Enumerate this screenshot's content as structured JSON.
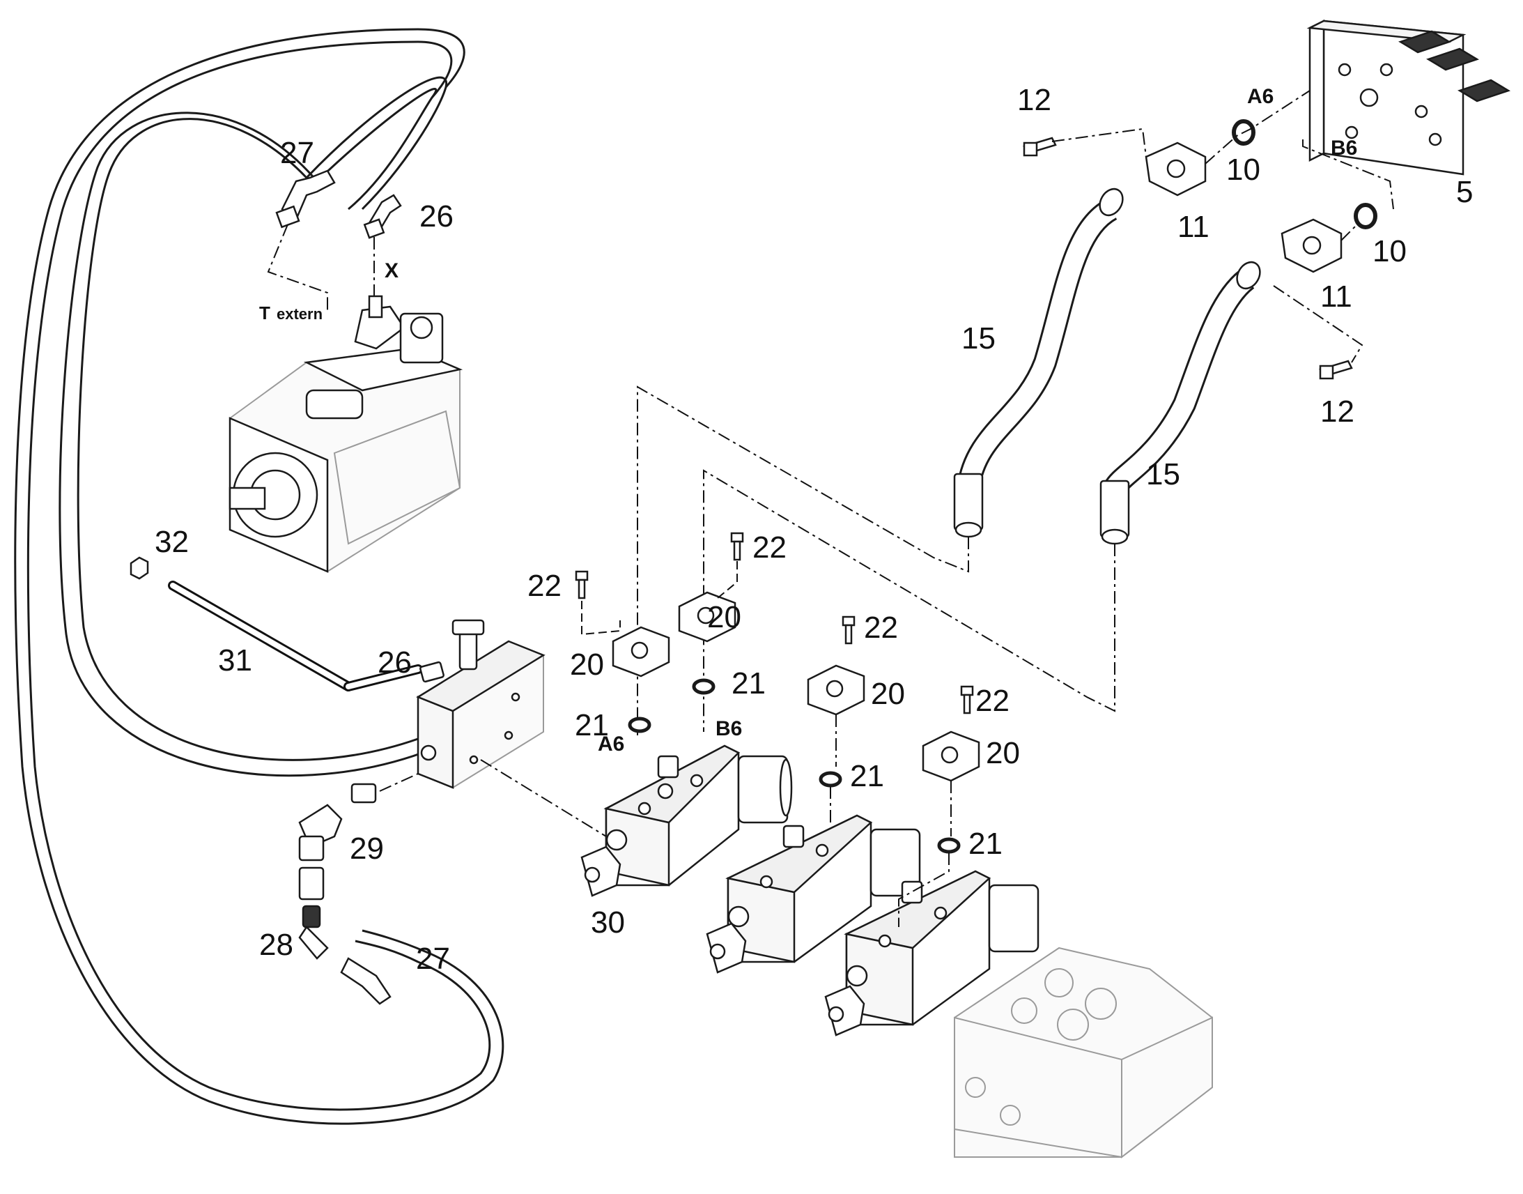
{
  "callouts": {
    "c5": "5",
    "c10a": "10",
    "c10b": "10",
    "c11a": "11",
    "c11b": "11",
    "c12a": "12",
    "c12b": "12",
    "c15a": "15",
    "c15b": "15",
    "c20a": "20",
    "c20b": "20",
    "c20c": "20",
    "c20d": "20",
    "c21a": "21",
    "c21b": "21",
    "c21c": "21",
    "c21d": "21",
    "c22a": "22",
    "c22b": "22",
    "c22c": "22",
    "c22d": "22",
    "c26a": "26",
    "c26b": "26",
    "c27a": "27",
    "c27b": "27",
    "c28": "28",
    "c29": "29",
    "c30": "30",
    "c31": "31",
    "c32": "32"
  },
  "ports": {
    "a6_top": "A6",
    "b6_top": "B6",
    "a6_valve": "A6",
    "b6_valve": "B6",
    "x_port": "X",
    "t_extern_t": "T",
    "t_extern_word": "extern"
  }
}
